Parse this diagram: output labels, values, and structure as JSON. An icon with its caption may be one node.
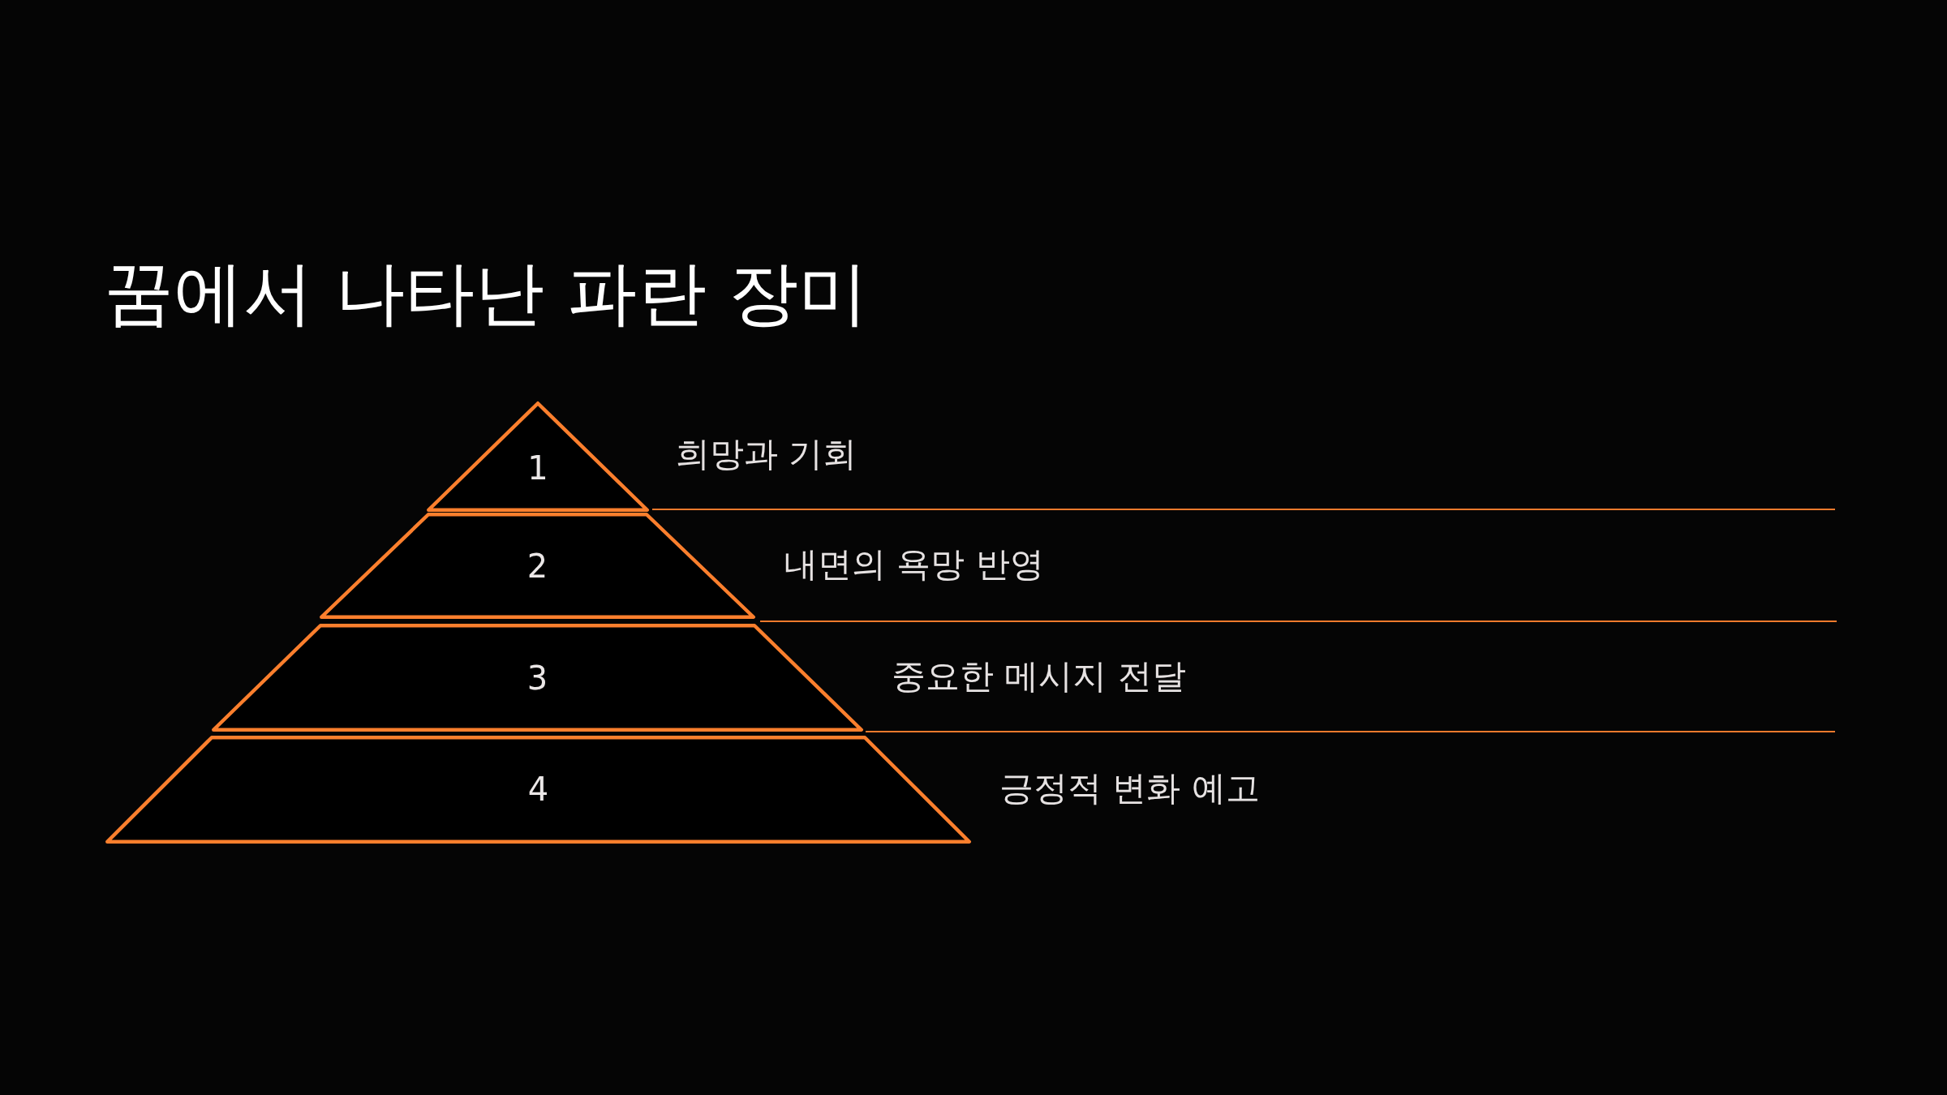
{
  "diagram": {
    "title": "꿈에서 나타난 파란 장미",
    "nodes": [
      {
        "text": [
          "1"
        ],
        "beside": [
          "희망과 기회"
        ]
      },
      {
        "text": [
          "2"
        ],
        "beside": [
          "내면의 욕망 반영"
        ]
      },
      {
        "text": [
          "3"
        ],
        "beside": [
          "중요한 메시지 전달"
        ]
      },
      {
        "text": [
          "4"
        ],
        "beside": [
          "긍정적 변화 예고"
        ]
      }
    ]
  }
}
